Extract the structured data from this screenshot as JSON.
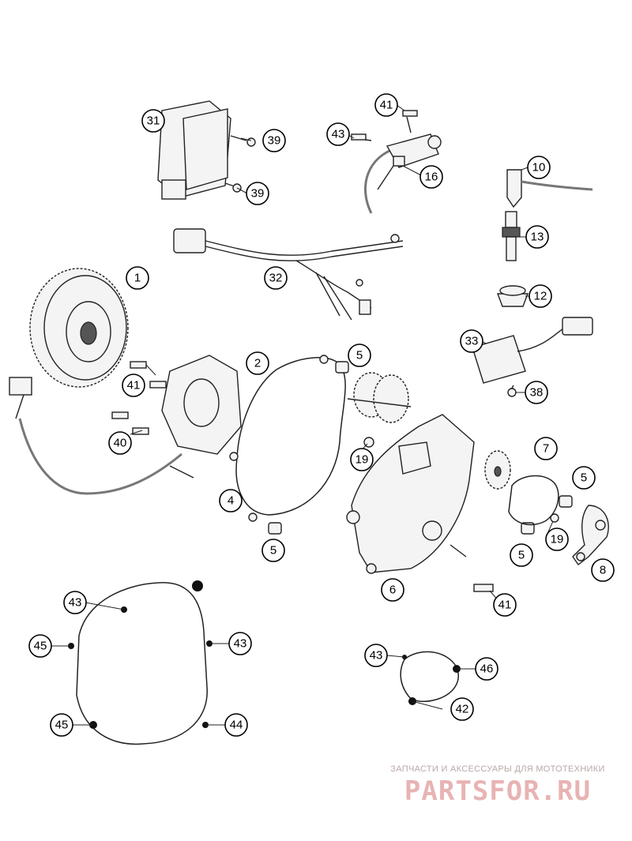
{
  "diagram": {
    "callouts": [
      {
        "key": "c1",
        "label": "1"
      },
      {
        "key": "c2",
        "label": "2"
      },
      {
        "key": "c4",
        "label": "4"
      },
      {
        "key": "c5a",
        "label": "5"
      },
      {
        "key": "c5b",
        "label": "5"
      },
      {
        "key": "c5c",
        "label": "5"
      },
      {
        "key": "c5d",
        "label": "5"
      },
      {
        "key": "c6",
        "label": "6"
      },
      {
        "key": "c7",
        "label": "7"
      },
      {
        "key": "c8",
        "label": "8"
      },
      {
        "key": "c10",
        "label": "10"
      },
      {
        "key": "c12",
        "label": "12"
      },
      {
        "key": "c13",
        "label": "13"
      },
      {
        "key": "c16",
        "label": "16"
      },
      {
        "key": "c19a",
        "label": "19"
      },
      {
        "key": "c19b",
        "label": "19"
      },
      {
        "key": "c31",
        "label": "31"
      },
      {
        "key": "c32",
        "label": "32"
      },
      {
        "key": "c33",
        "label": "33"
      },
      {
        "key": "c38",
        "label": "38"
      },
      {
        "key": "c39a",
        "label": "39"
      },
      {
        "key": "c39b",
        "label": "39"
      },
      {
        "key": "c40",
        "label": "40"
      },
      {
        "key": "c41a",
        "label": "41"
      },
      {
        "key": "c41b",
        "label": "41"
      },
      {
        "key": "c41c",
        "label": "41"
      },
      {
        "key": "c42",
        "label": "42"
      },
      {
        "key": "c43a",
        "label": "43"
      },
      {
        "key": "c43b",
        "label": "43"
      },
      {
        "key": "c43c",
        "label": "43"
      },
      {
        "key": "c43d",
        "label": "43"
      },
      {
        "key": "c44",
        "label": "44"
      },
      {
        "key": "c45a",
        "label": "45"
      },
      {
        "key": "c45b",
        "label": "45"
      },
      {
        "key": "c46",
        "label": "46"
      }
    ]
  },
  "watermark": {
    "tagline": "ЗАПЧАСТИ И АКСЕССУАРЫ ДЛЯ МОТОТЕХНИКИ",
    "brand": "PARTSFOR.RU",
    "color": "#e8b3b3"
  }
}
